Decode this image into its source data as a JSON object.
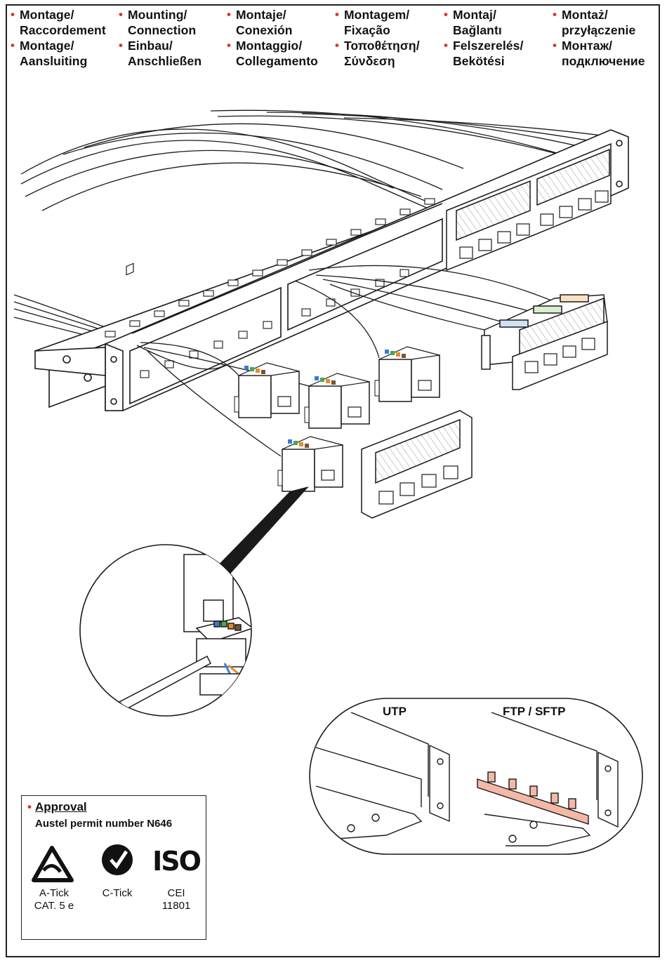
{
  "header": {
    "columns": [
      {
        "entries": [
          {
            "lines": [
              "Montage/",
              "Raccordement"
            ]
          },
          {
            "lines": [
              "Montage/",
              "Aansluiting"
            ]
          }
        ]
      },
      {
        "entries": [
          {
            "lines": [
              "Mounting/",
              "Connection"
            ]
          },
          {
            "lines": [
              "Einbau/",
              "Anschließen"
            ]
          }
        ]
      },
      {
        "entries": [
          {
            "lines": [
              "Montaje/",
              "Conexión"
            ]
          },
          {
            "lines": [
              "Montaggio/",
              "Collegamento"
            ]
          }
        ]
      },
      {
        "entries": [
          {
            "lines": [
              "Montagem/",
              "Fixação"
            ]
          },
          {
            "lines": [
              "Τοποθέτηση/",
              "Σύνδεση"
            ]
          }
        ]
      },
      {
        "entries": [
          {
            "lines": [
              "Montaj/",
              "Bağlantı"
            ]
          },
          {
            "lines": [
              "Felszerelés/",
              "Bekötési"
            ]
          }
        ]
      },
      {
        "entries": [
          {
            "lines": [
              "Montaż/",
              "przyłączenie"
            ]
          },
          {
            "lines": [
              "Монтаж/",
              "подключение"
            ]
          }
        ]
      }
    ]
  },
  "shielding": {
    "utp_label": "UTP",
    "ftp_label": "FTP / SFTP"
  },
  "approval": {
    "title": "Approval",
    "permit": "Austel permit number N646",
    "marks": [
      {
        "icon": "a-tick-icon",
        "caption": [
          "A-Tick",
          "CAT. 5 e"
        ]
      },
      {
        "icon": "c-tick-icon",
        "caption": [
          "C-Tick"
        ]
      },
      {
        "icon": "iso-logo",
        "logo_text": "ISO",
        "caption": [
          "CEI",
          "11801"
        ]
      }
    ]
  },
  "colors": {
    "bullet": "#e0302f",
    "line": "#1a1a1a",
    "screen_foil": "#f4b8a6"
  }
}
